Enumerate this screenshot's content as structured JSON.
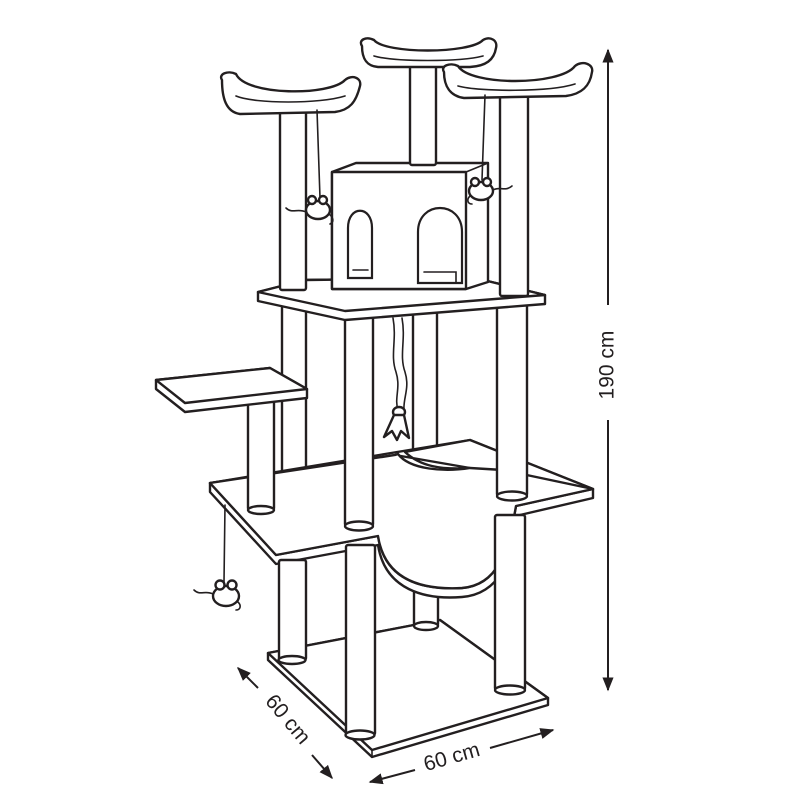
{
  "dimensions": {
    "height": "190 cm",
    "depth": "60 cm",
    "width": "60 cm"
  },
  "colors": {
    "line": "#231f20",
    "background": "#ffffff"
  },
  "icons": [
    "mouse-toy-icon",
    "rope-toy-icon",
    "dimension-arrow-icon"
  ]
}
